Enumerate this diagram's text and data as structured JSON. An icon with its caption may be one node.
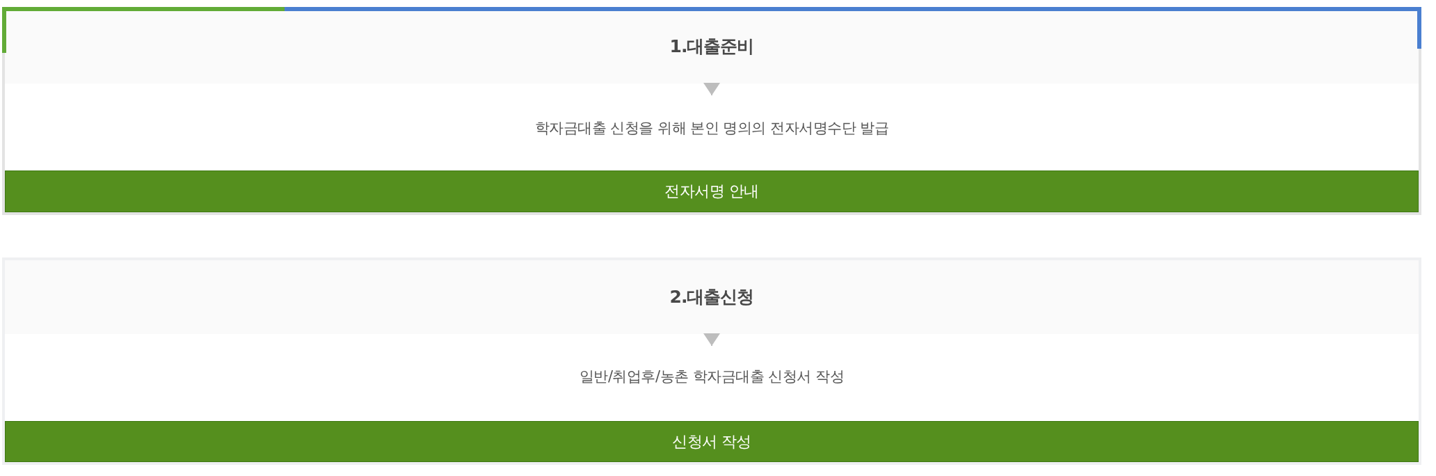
{
  "diagram": {
    "nodes": [
      {
        "text": [],
        "shape": "box"
      },
      {
        "text": [
          "1.대출준비"
        ],
        "in": 0
      },
      {
        "text": [
          "학자금대출 신청을 위해 본인 명의의 전자서명수단 발급"
        ],
        "in": 0
      },
      {
        "text": [
          "전자서명 안내"
        ],
        "in": 0
      },
      {
        "text": [],
        "shape": "box"
      },
      {
        "text": [
          "2.대출신청"
        ],
        "in": 4
      },
      {
        "text": [
          "일반/취업후/농촌 학자금대출 신청서 작성"
        ],
        "in": 4
      },
      {
        "text": [
          "신청서 작성"
        ],
        "in": 4
      }
    ],
    "edges": [
      {
        "from": 1,
        "to": 2,
        "arrow": "to"
      },
      {
        "from": 5,
        "to": 6,
        "arrow": "to"
      }
    ]
  }
}
